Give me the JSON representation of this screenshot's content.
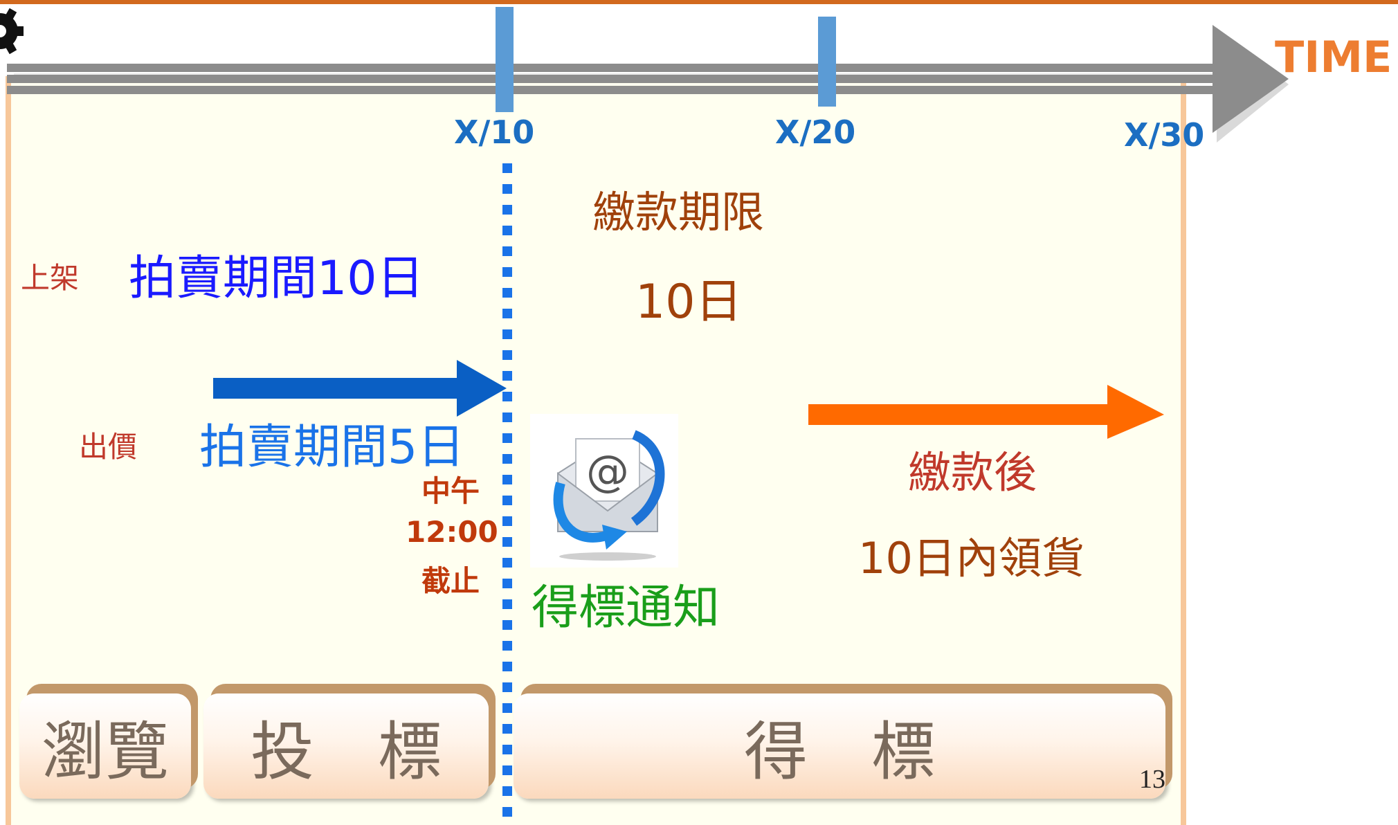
{
  "timeline": {
    "axis_label": "TIME",
    "dates": [
      "X/10",
      "X/20",
      "X/30"
    ]
  },
  "listing": {
    "label": "上架",
    "period": "拍賣期間10日"
  },
  "bidding": {
    "label": "出價",
    "period": "拍賣期間5日"
  },
  "deadline": {
    "line1": "中午",
    "line2": "12:00",
    "line3": "截止"
  },
  "payment": {
    "title": "繳款期限",
    "days": "10日"
  },
  "notification": {
    "label": "得標通知"
  },
  "pickup": {
    "line1": "繳款後",
    "line2": "10日內領貨"
  },
  "stages": [
    "瀏覽",
    "投　標",
    "得　標"
  ],
  "page_number": "13",
  "colors": {
    "timeline_gray": "#8c8c8c",
    "tick_blue": "#5b9bd5",
    "bid_arrow": "#0a5fc4",
    "pickup_arrow": "#ff6a00",
    "panel_fill": "#fffff0",
    "panel_border": "#f7c79a"
  }
}
